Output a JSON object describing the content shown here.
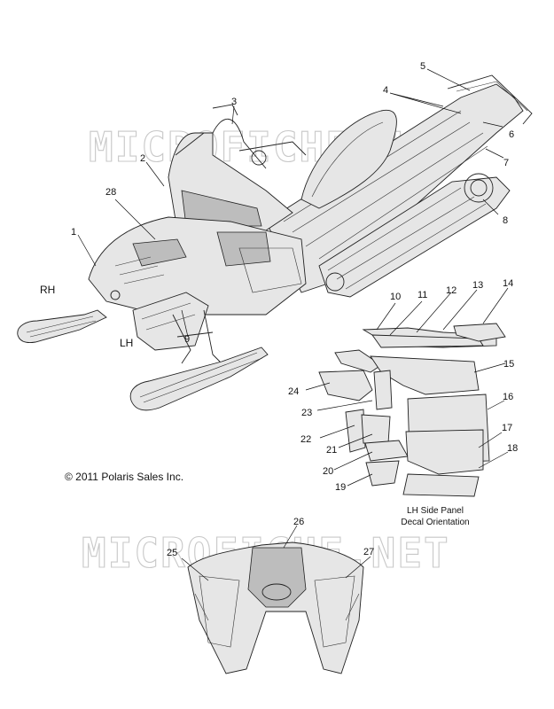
{
  "watermark": "MICROFICHE.NET",
  "copyright": "© 2011 Polaris Sales Inc.",
  "side_labels": {
    "rh": "RH",
    "lh": "LH"
  },
  "panel_caption": {
    "line1": "LH Side Panel",
    "line2": "Decal Orientation"
  },
  "callouts": {
    "c1": "1",
    "c2": "2",
    "c3": "3",
    "c4": "4",
    "c5": "5",
    "c6": "6",
    "c7": "7",
    "c8": "8",
    "c9": "9",
    "c10": "10",
    "c11": "11",
    "c12": "12",
    "c13": "13",
    "c14": "14",
    "c15": "15",
    "c16": "16",
    "c17": "17",
    "c18": "18",
    "c19": "19",
    "c20": "20",
    "c21": "21",
    "c22": "22",
    "c23": "23",
    "c24": "24",
    "c25": "25",
    "c26": "26",
    "c27": "27",
    "c28": "28"
  }
}
